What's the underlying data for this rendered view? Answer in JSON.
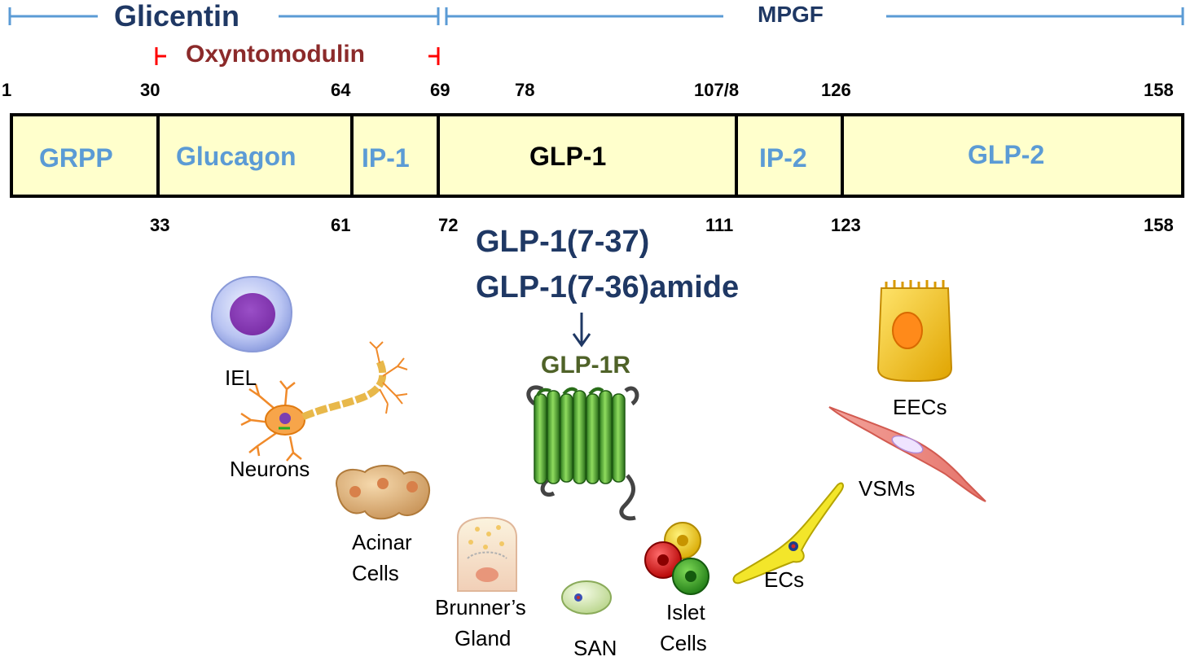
{
  "header": {
    "glicentin": "Glicentin",
    "mpgf": "MPGF",
    "oxyntomodulin": "Oxyntomodulin"
  },
  "top_numbers": [
    "1",
    "30",
    "64",
    "69",
    "78",
    "107/8",
    "126",
    "158"
  ],
  "bottom_numbers": [
    "33",
    "61",
    "72",
    "111",
    "123",
    "158"
  ],
  "segments": [
    {
      "id": "grpp",
      "label": "GRPP"
    },
    {
      "id": "glucagon",
      "label": "Glucagon"
    },
    {
      "id": "ip1",
      "label": "IP-1"
    },
    {
      "id": "glp1",
      "label": "GLP-1"
    },
    {
      "id": "ip2",
      "label": "IP-2"
    },
    {
      "id": "glp2",
      "label": "GLP-2"
    }
  ],
  "peptides": [
    "GLP-1(7-37)",
    "GLP-1(7-36)amide"
  ],
  "receptor": "GLP-1R",
  "cells": {
    "iel": "IEL",
    "neurons": "Neurons",
    "acinar_1": "Acinar",
    "acinar_2": "Cells",
    "brunner_1": "Brunner’s",
    "brunner_2": "Gland",
    "san": "SAN",
    "islet_1": "Islet",
    "islet_2": "Cells",
    "ecs": "ECs",
    "vsms": "VSMs",
    "eecs": "EECs"
  },
  "colors": {
    "bar_fill": "#ffffcc",
    "segment_label": "#5b9bd5",
    "span_line": "#5b9bd5",
    "title_navy": "#1f3864",
    "oxyntomodulin": "#8b2a2a",
    "bracket_red": "#ff0000",
    "receptor_green": "#4f6228"
  }
}
